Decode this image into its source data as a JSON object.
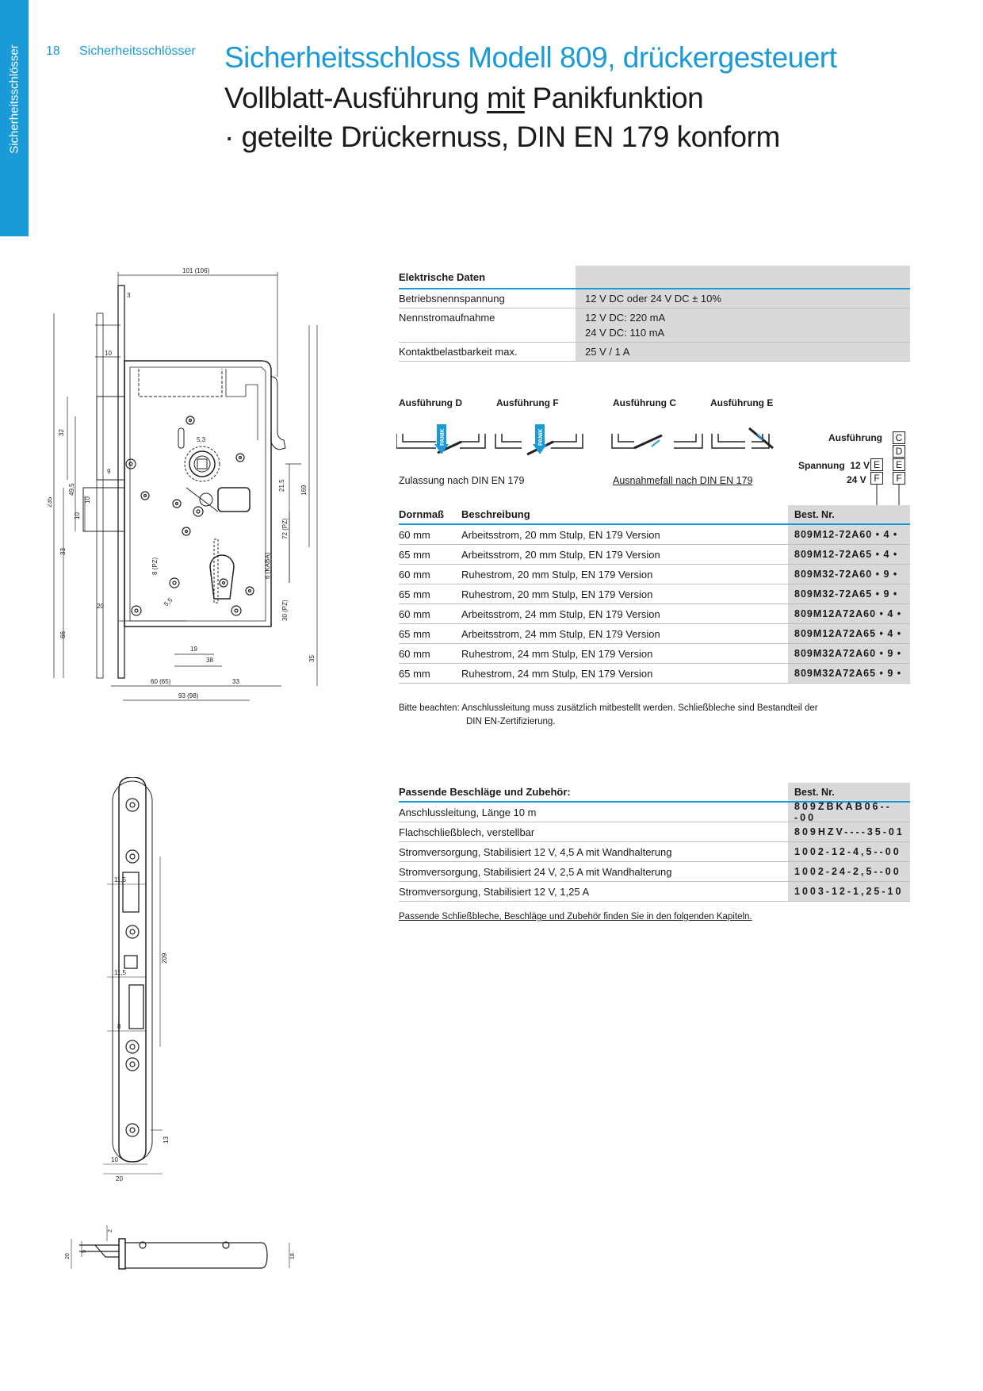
{
  "sidebar": {
    "tab_label": "Sicherheitsschlösser",
    "color": "#1a9ad6"
  },
  "header": {
    "page_number": "18",
    "section": "Sicherheitsschlösser",
    "title": "Sicherheitsschloss Modell 809, drückergesteuert",
    "subtitle_line1_a": "Vollblatt-Ausführung ",
    "subtitle_line1_b": "mit",
    "subtitle_line1_c": " Panikfunktion",
    "subtitle_line2": "· geteilte Drückernuss, DIN EN 179 konform"
  },
  "electrical": {
    "heading": "Elektrische Daten",
    "rows": [
      {
        "key": "Betriebsnennspannung",
        "value": "12 V DC oder 24 V DC  ± 10%"
      },
      {
        "key": "Nennstromaufnahme",
        "value": "12 V DC: 220 mA",
        "value2": "24 V DC: 110 mA"
      },
      {
        "key": "Kontaktbelastbarkeit max.",
        "value": "25 V / 1 A"
      }
    ]
  },
  "variants": {
    "labels": [
      "Ausführung D",
      "Ausführung F",
      "Ausführung C",
      "Ausführung E"
    ],
    "approval": "Zulassung nach DIN EN 179",
    "exception": "Ausnahmefall nach DIN EN 179",
    "panik": "PANIK"
  },
  "selector": {
    "ausfuehrung_label": "Ausführung",
    "spannung_label": "Spannung",
    "v12": "12 V",
    "v24": "24 V",
    "col1": [
      "E",
      "F"
    ],
    "col2": [
      "C",
      "D",
      "E",
      "F"
    ]
  },
  "products": {
    "headers": [
      "Dornmaß",
      "Beschreibung",
      "Best. Nr."
    ],
    "rows": [
      {
        "dorn": "60 mm",
        "desc": "Arbeitsstrom, 20 mm Stulp, EN 179 Version",
        "nr": "809M12-72A60 • 4  •"
      },
      {
        "dorn": "65 mm",
        "desc": "Arbeitsstrom, 20 mm Stulp, EN 179 Version",
        "nr": "809M12-72A65 • 4  •"
      },
      {
        "dorn": "60 mm",
        "desc": "Ruhestrom, 20 mm Stulp, EN 179 Version",
        "nr": "809M32-72A60 • 9  •"
      },
      {
        "dorn": "65 mm",
        "desc": "Ruhestrom, 20 mm Stulp, EN 179 Version",
        "nr": "809M32-72A65 • 9  •"
      },
      {
        "dorn": "60 mm",
        "desc": "Arbeitsstrom, 24 mm Stulp, EN 179 Version",
        "nr": "809M12A72A60 • 4  •"
      },
      {
        "dorn": "65 mm",
        "desc": "Arbeitsstrom, 24 mm Stulp, EN 179 Version",
        "nr": "809M12A72A65 • 4  •"
      },
      {
        "dorn": "60 mm",
        "desc": "Ruhestrom, 24 mm Stulp, EN 179 Version",
        "nr": "809M32A72A60 • 9  •"
      },
      {
        "dorn": "65 mm",
        "desc": "Ruhestrom, 24 mm Stulp, EN 179 Version",
        "nr": "809M32A72A65 • 9  •"
      }
    ]
  },
  "note": {
    "line1": "Bitte beachten:  Anschlussleitung muss zusätzlich mitbestellt werden. Schließbleche sind Bestandteil der",
    "line2": "DIN EN-Zertifizierung."
  },
  "accessories": {
    "headers": [
      "Passende Beschläge und Zubehör:",
      "Best. Nr."
    ],
    "rows": [
      {
        "desc": "Anschlussleitung, Länge 10 m",
        "nr": "809ZBKAB06---00"
      },
      {
        "desc": "Flachschließblech, verstellbar",
        "nr": "809HZV----35-01"
      },
      {
        "desc": "Stromversorgung, Stabilisiert 12 V, 4,5 A mit Wandhalterung",
        "nr": "1002-12-4,5--00"
      },
      {
        "desc": "Stromversorgung, Stabilisiert 24 V, 2,5 A mit Wandhalterung",
        "nr": "1002-24-2,5--00"
      },
      {
        "desc": "Stromversorgung, Stabilisiert 12 V, 1,25 A",
        "nr": "1003-12-1,25-10"
      }
    ],
    "footer": "Passende Schließbleche, Beschläge und Zubehör finden Sie in den folgenden Kapiteln."
  },
  "dimensions": {
    "top_width": "101  (106)",
    "d3": "3",
    "d10": "10",
    "d53": "5,3",
    "d9": "9",
    "d32": "32",
    "d495": "49,5",
    "d235": "235",
    "d10b": "10",
    "d10c": "10",
    "d215": "21,5",
    "d169": "169",
    "d72": "72  (PZ)",
    "d6": "6  (KABA)",
    "d33": "33",
    "d8": "8  (PZ)",
    "d20": "20",
    "d30": "30  (PZ)",
    "d55": "5,5",
    "d66": "66",
    "d19": "19",
    "d38": "38",
    "d35": "35",
    "d60": "60  (65)",
    "d33b": "33",
    "d93": "93  (98)",
    "f115a": "11,5",
    "f115b": "11,5",
    "f209": "209",
    "f8": "8",
    "f13": "13",
    "f10": "10",
    "f20": "20",
    "s2": "2",
    "s20": "20",
    "s5": "5",
    "s18": "18"
  }
}
